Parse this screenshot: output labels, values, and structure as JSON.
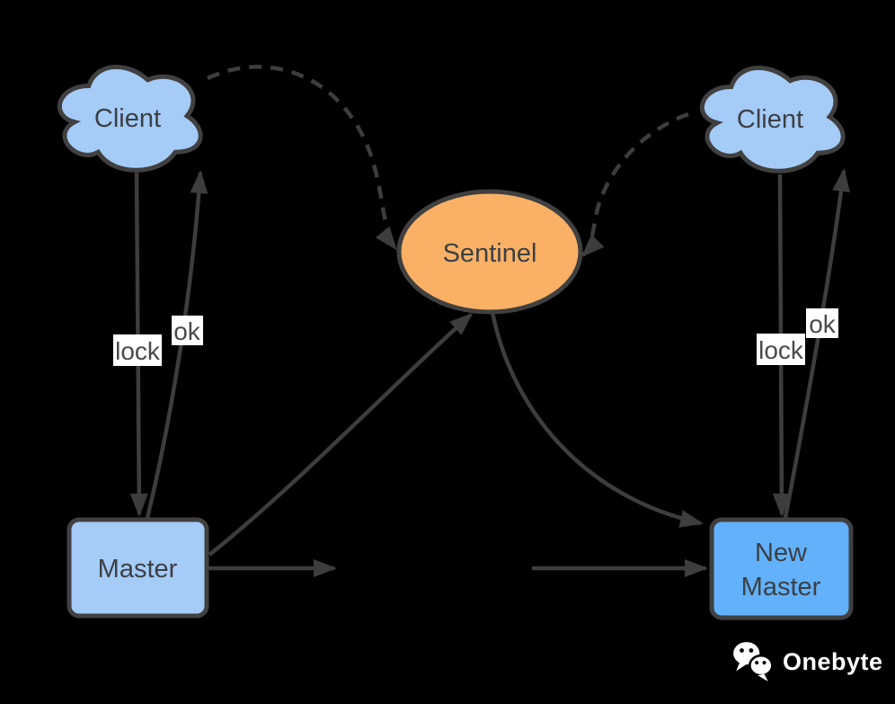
{
  "nodes": {
    "client_left": {
      "label": "Client"
    },
    "client_right": {
      "label": "Client"
    },
    "sentinel": {
      "label": "Sentinel"
    },
    "master": {
      "label": "Master"
    },
    "new_master": {
      "line1": "New",
      "line2": "Master"
    }
  },
  "edge_labels": {
    "lock_left": "lock",
    "ok_left": "ok",
    "lock_right": "lock",
    "ok_right": "ok"
  },
  "edges": [
    {
      "from": "client_left",
      "to": "sentinel",
      "style": "dashed-curve",
      "label": ""
    },
    {
      "from": "client_right",
      "to": "sentinel",
      "style": "dashed-curve",
      "label": ""
    },
    {
      "from": "client_left",
      "to": "master",
      "style": "solid-straight",
      "label": "lock"
    },
    {
      "from": "master",
      "to": "client_left",
      "style": "solid-curve",
      "label": "ok"
    },
    {
      "from": "client_right",
      "to": "new_master",
      "style": "solid-straight",
      "label": "lock"
    },
    {
      "from": "new_master",
      "to": "client_right",
      "style": "solid-straight",
      "label": "ok"
    },
    {
      "from": "master",
      "to": "sentinel",
      "style": "solid-curve",
      "label": ""
    },
    {
      "from": "sentinel",
      "to": "new_master",
      "style": "solid-curve",
      "label": ""
    },
    {
      "from": "master",
      "to": "mid-right",
      "style": "solid-horizontal",
      "label": ""
    },
    {
      "from": "mid-left",
      "to": "new_master",
      "style": "solid-horizontal",
      "label": ""
    }
  ],
  "colors": {
    "background": "#000000",
    "cloud_fill": "#a5cbf7",
    "master_fill": "#a5cbf7",
    "new_master_fill": "#62b1fa",
    "sentinel_fill": "#fab166",
    "node_border": "#404040",
    "edge_stroke": "#3d3d3d",
    "node_text": "#3b4045",
    "label_text": "#4a4a4a",
    "label_bg": "#ffffff",
    "watermark_text": "#ffffff"
  },
  "watermark": {
    "brand": "Onebyte",
    "icon": "wechat-icon"
  }
}
